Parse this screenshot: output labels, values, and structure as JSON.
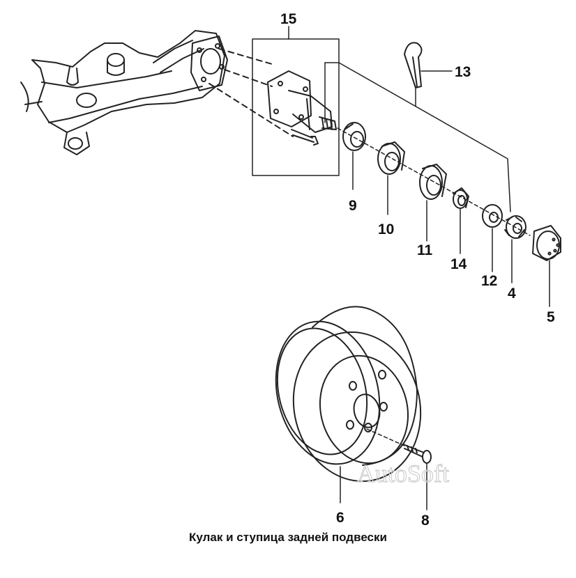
{
  "callouts": {
    "c15": "15",
    "c13": "13",
    "c9": "9",
    "c10": "10",
    "c11": "11",
    "c14": "14",
    "c12": "12",
    "c4": "4",
    "c5": "5",
    "c6": "6",
    "c8": "8"
  },
  "watermark": "AutoSoft",
  "caption": "Кулак и ступица задней подвески"
}
